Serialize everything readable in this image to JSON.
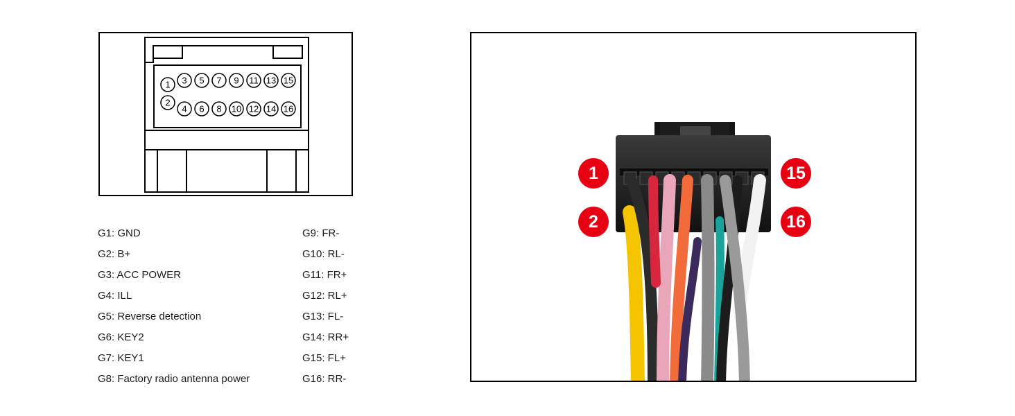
{
  "schematic": {
    "pins_top_row": [
      "1",
      "3",
      "5",
      "7",
      "9",
      "11",
      "13",
      "15"
    ],
    "pins_bottom_row": [
      "2",
      "4",
      "6",
      "8",
      "10",
      "12",
      "14",
      "16"
    ]
  },
  "pin_list": {
    "left": [
      "G1: GND",
      "G2: B+",
      "G3: ACC POWER",
      "G4: ILL",
      "G5: Reverse detection",
      "G6: KEY2",
      "G7: KEY1",
      "G8: Factory radio antenna power"
    ],
    "right": [
      "G9: FR-",
      "G10: RL-",
      "G11: FR+",
      "G12: RL+",
      "G13: FL-",
      "G14: RR+",
      "G15: FL+",
      "G16: RR-"
    ]
  },
  "photo": {
    "badges": {
      "top_left": "1",
      "bottom_left": "2",
      "top_right": "15",
      "bottom_right": "16"
    },
    "badge_color": "#e60012",
    "wire_colors": [
      "#f5c400",
      "#2b2b2b",
      "#e8a6b8",
      "#d7263d",
      "#f26b3a",
      "#3b2a5c",
      "#8a8a8a",
      "#1aa39a",
      "#1c1c1c",
      "#f2f2f2",
      "#9a9a9a"
    ]
  }
}
